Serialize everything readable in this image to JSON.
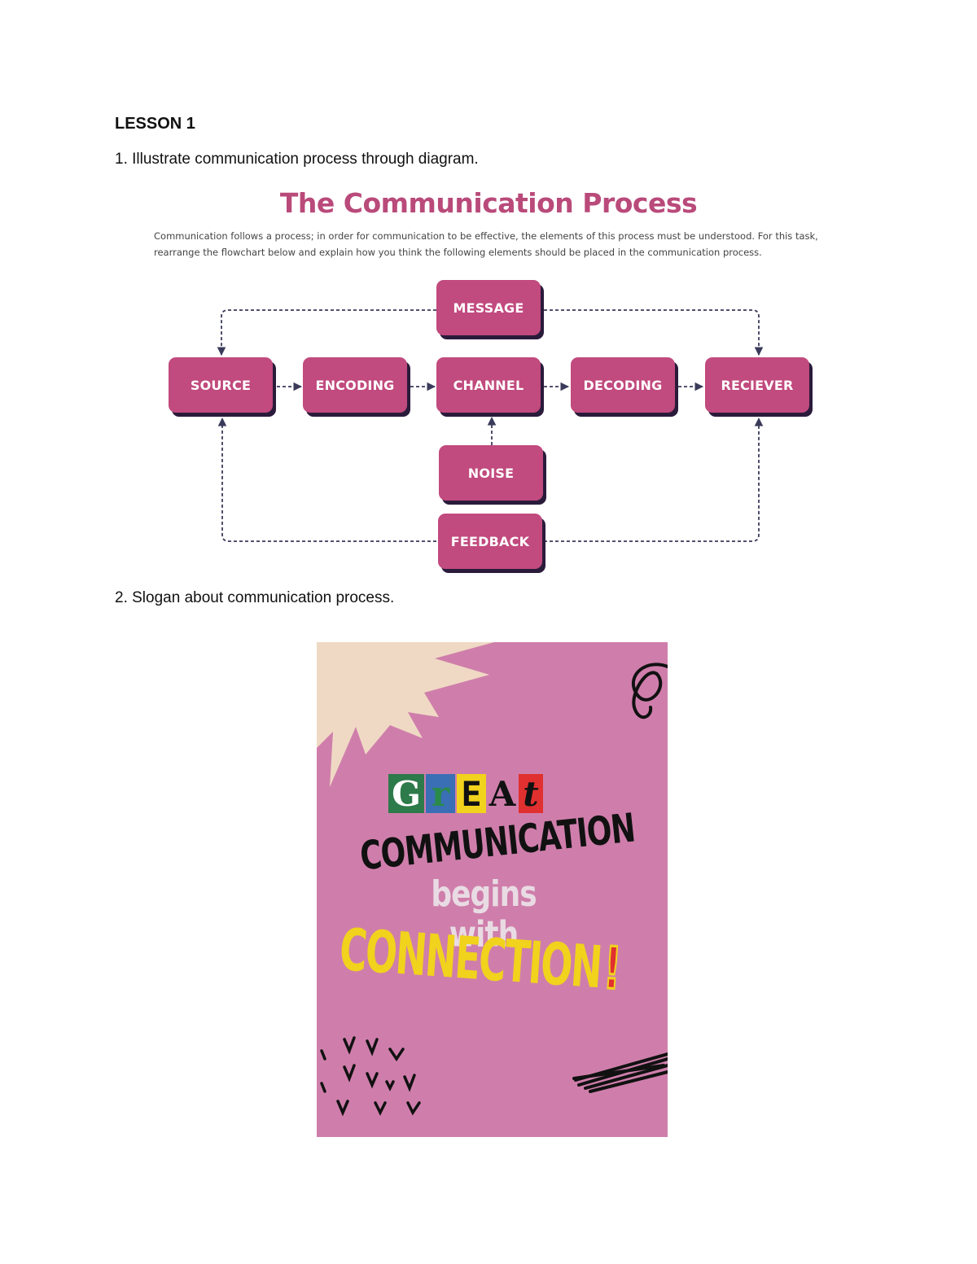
{
  "lesson": {
    "title": "LESSON 1",
    "question1": "1. Illustrate communication process through diagram.",
    "question2": "2. Slogan about communication process."
  },
  "diagram": {
    "title": "The Communication Process",
    "description": "Communication follows a process; in order for communication to be effective, the elements of this process must be understood. For this task, rearrange the flowchart below and explain how you think the following elements should be placed in the communication process.",
    "nodes": {
      "message": "MESSAGE",
      "source": "SOURCE",
      "encoding": "ENCODING",
      "channel": "CHANNEL",
      "decoding": "DECODING",
      "receiver": "RECIEVER",
      "noise": "NOISE",
      "feedback": "FEEDBACK"
    },
    "colors": {
      "node": "#c14a7e",
      "shadow": "#2a1b3b",
      "title": "#b94a7a",
      "connector": "#3a3a5a"
    }
  },
  "poster": {
    "great_letters": [
      "G",
      "r",
      "E",
      "A",
      "t"
    ],
    "line1": "COMMUNICATION",
    "line2": "begins with",
    "line3": "CONNECTION",
    "exclaim": "!",
    "colors": {
      "background": "#cf7eab",
      "burst": "#efd9c4",
      "connection": "#f1d21c",
      "begins": "#e9dbe3",
      "exclaim": "#e0302f"
    }
  }
}
